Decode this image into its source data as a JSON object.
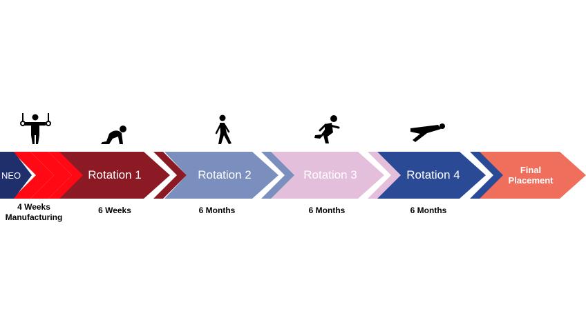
{
  "stages": [
    {
      "label": "NEO",
      "color": "#1f2f6b"
    },
    {
      "label": "Rotation 1",
      "color": "#8b1a24"
    },
    {
      "label": "Rotation 2",
      "color": "#7b8fbf"
    },
    {
      "label": "Rotation 3",
      "color": "#e3bfdc"
    },
    {
      "label": "Rotation 4",
      "color": "#2a4a96"
    },
    {
      "label_line1": "Final",
      "label_line2": "Placement",
      "color": "#ef6f5c"
    }
  ],
  "accent_chevrons_color": "#ff0a14",
  "durations": {
    "neo_line1": "4 Weeks",
    "neo_line2": "Manufacturing",
    "rotation1": "6 Weeks",
    "rotation2": "6 Months",
    "rotation3": "6 Months",
    "rotation4": "6 Months"
  },
  "icons": [
    "rings-gymnast-icon",
    "crawling-person-icon",
    "walking-person-icon",
    "running-person-icon",
    "flying-person-icon"
  ]
}
